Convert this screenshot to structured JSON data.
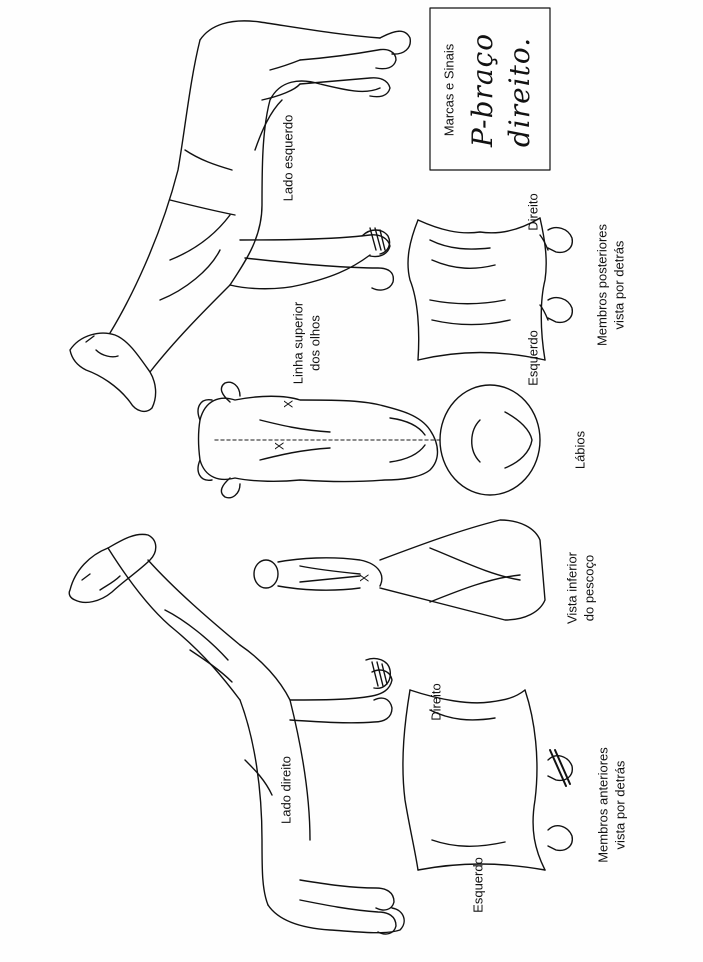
{
  "sheet": {
    "legend_box": {
      "title": "Marcas e Sinais",
      "handwritten_line1": "P-braço",
      "handwritten_line2": "direito."
    },
    "labels": {
      "lado_esquerdo": "Lado esquerdo",
      "lado_direito": "Lado direito",
      "direito_posteriores": "Direito",
      "esquerdo_posteriores": "Esquerdo",
      "membros_posteriores_1": "Membros posteriores",
      "membros_posteriores_2": "vista por detrás",
      "linha_superior_1": "Linha superior",
      "linha_superior_2": "dos olhos",
      "labios": "Lábios",
      "vista_inferior_1": "Vista inferior",
      "vista_inferior_2": "do pescoço",
      "direito_anteriores": "Direito",
      "esquerdo_anteriores": "Esquerdo",
      "membros_anteriores_1": "Membros anteriores",
      "membros_anteriores_2": "vista por detrás"
    },
    "marks": [
      "X",
      "X",
      "X"
    ]
  }
}
